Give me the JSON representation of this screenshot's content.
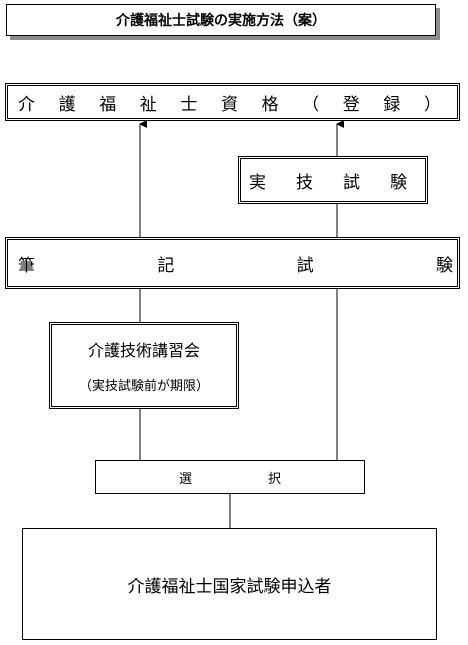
{
  "title": "介護福祉士試験の実施方法（案）",
  "qualification": [
    "介",
    "護",
    "福",
    "祉",
    "士",
    "資",
    "格",
    "（",
    "登",
    "録",
    "）"
  ],
  "practical_exam": [
    "実",
    "技",
    "試",
    "験"
  ],
  "written_exam": [
    "筆",
    "記",
    "試",
    "験"
  ],
  "course": {
    "name": "介護技術講習会",
    "note": "（実技試験前が期限）"
  },
  "selection": [
    "選",
    "択"
  ],
  "applicant": "介護福祉士国家試験申込者"
}
